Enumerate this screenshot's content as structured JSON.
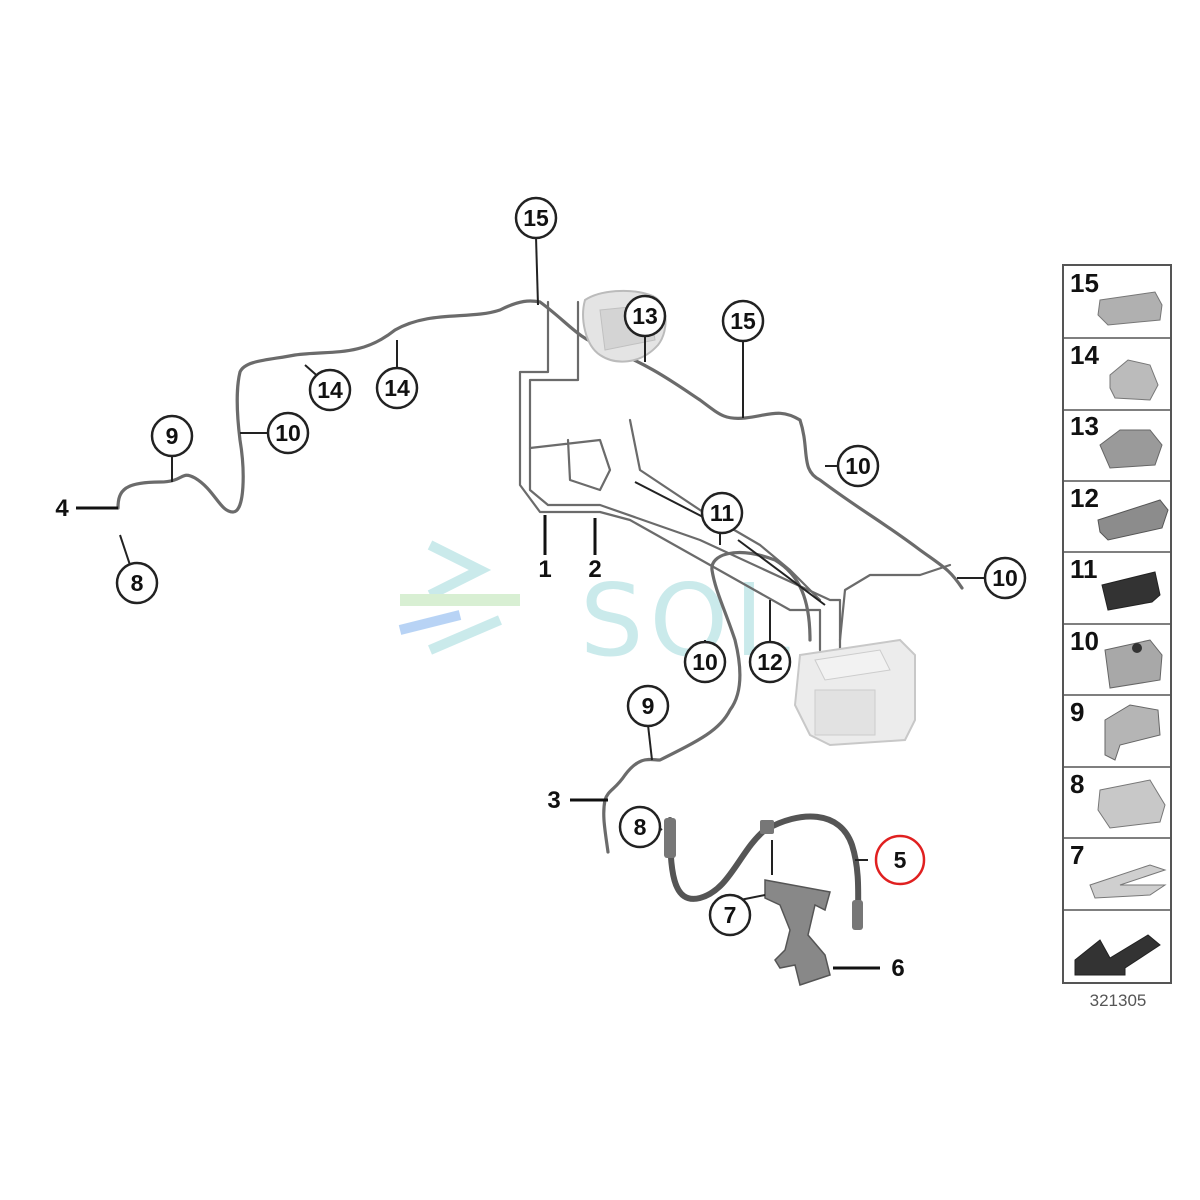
{
  "callouts": {
    "c15a": "15",
    "c13": "13",
    "c15b": "15",
    "c14a": "14",
    "c14b": "14",
    "c9a": "9",
    "c10a": "10",
    "c8a": "8",
    "c10b": "10",
    "c11": "11",
    "c10c": "10",
    "c10d": "10",
    "c12": "12",
    "c9b": "9",
    "c8b": "8",
    "c7": "7",
    "c5": "5"
  },
  "plain_labels": {
    "p1": "1",
    "p2": "2",
    "p3": "3",
    "p4": "4",
    "p6": "6"
  },
  "legend": {
    "items": [
      "15",
      "14",
      "13",
      "12",
      "11",
      "10",
      "9",
      "8",
      "7"
    ],
    "diagram_number": "321305"
  },
  "watermark": {
    "text": "SOL"
  },
  "colors": {
    "pipe": "#6b6b6b",
    "highlight_circle": "#e02020",
    "legend_border": "#555555",
    "watermark": "#9fd9dc"
  }
}
